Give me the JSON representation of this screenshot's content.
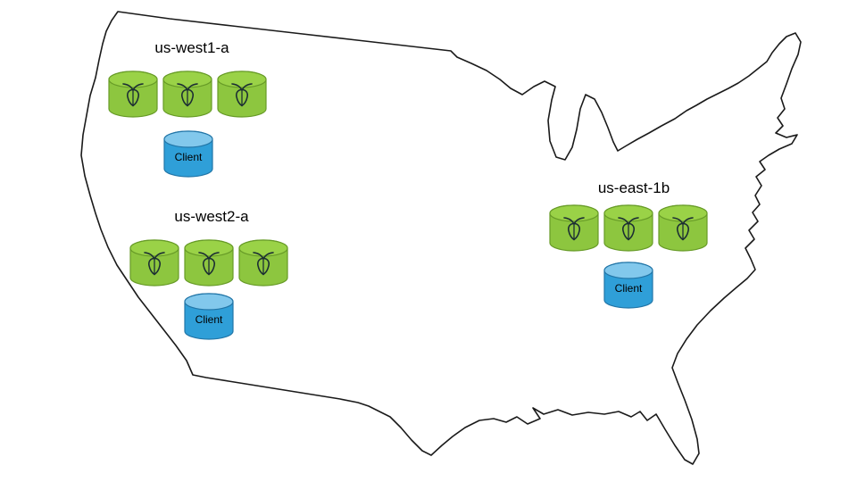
{
  "diagram": {
    "title": "",
    "regions": [
      {
        "label": "us-west1-a",
        "node_count": 3,
        "client_label": "Client"
      },
      {
        "label": "us-west2-a",
        "node_count": 3,
        "client_label": "Client"
      },
      {
        "label": "us-east-1b",
        "node_count": 3,
        "client_label": "Client"
      }
    ],
    "icons": {
      "node_icon": "cockroach-icon",
      "map_icon": "us-map-outline"
    },
    "colors": {
      "node_body": "#8dc63f",
      "node_top": "#9ad247",
      "node_stroke": "#679b27",
      "node_icon": "#1c2e33",
      "client_body": "#2f9fd8",
      "client_top": "#82c8ec",
      "client_stroke": "#2276a8",
      "map_stroke": "#1a1a1a",
      "label_text": "#000000"
    }
  }
}
